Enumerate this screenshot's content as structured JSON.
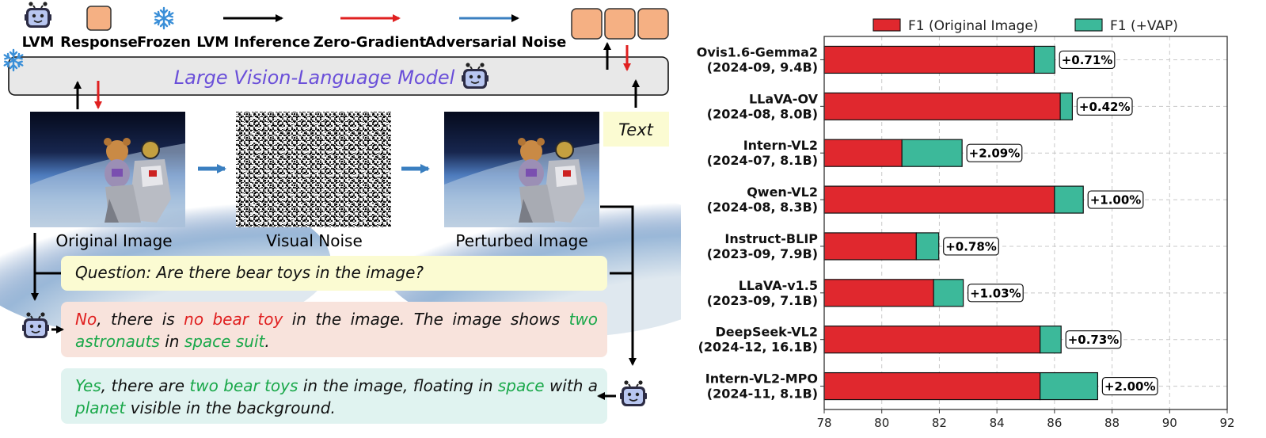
{
  "legend": {
    "lvm": "LVM",
    "response": "Response",
    "frozen": "Frozen",
    "inference": "LVM Inference",
    "zero_gradient": "Zero-Gradient",
    "adversarial": "Adversarial Noise"
  },
  "model_title": "Large Vision-Language Model",
  "captions": {
    "original": "Original Image",
    "noise": "Visual Noise",
    "perturbed": "Perturbed Image",
    "text": "Text"
  },
  "question": "Question: Are there bear toys in the image?",
  "answer_no": {
    "w1": "No",
    "w2": ", there is ",
    "w3": "no bear toy",
    "w4": " in the image. The image shows ",
    "w5": "two astronauts",
    "w6": " in ",
    "w7": "space suit",
    "w8": "."
  },
  "answer_yes": {
    "w1": "Yes",
    "w2": ", there are ",
    "w3": "two bear toys",
    "w4": " in the image, floating in ",
    "w5": "space",
    "w6": " with a ",
    "w7": "planet",
    "w8": " visible in the background."
  },
  "colors": {
    "original": "#e0282e",
    "vap": "#3cb99a",
    "question_bg": "#fbfbd2",
    "no_bg": "#f8e3dc",
    "yes_bg": "#e0f3f0",
    "response_box": "#f5b083",
    "model_bar": "#e8e8e8",
    "title_color": "#6a4fd9"
  },
  "chart_data": {
    "type": "bar",
    "orientation": "horizontal",
    "stacked": true,
    "categories": [
      [
        "Ovis1.6-Gemma2",
        "(2024-09, 9.4B)"
      ],
      [
        "LLaVA-OV",
        "(2024-08, 8.0B)"
      ],
      [
        "Intern-VL2",
        "(2024-07, 8.1B)"
      ],
      [
        "Qwen-VL2",
        "(2024-08, 8.3B)"
      ],
      [
        "Instruct-BLIP",
        "(2023-09, 7.9B)"
      ],
      [
        "LLaVA-v1.5",
        "(2023-09, 7.1B)"
      ],
      [
        "DeepSeek-VL2",
        "(2024-12, 16.1B)"
      ],
      [
        "Intern-VL2-MPO",
        "(2024-11, 8.1B)"
      ]
    ],
    "series": [
      {
        "name": "F1 (Original Image)",
        "values": [
          85.3,
          86.2,
          80.7,
          86.0,
          81.2,
          81.8,
          85.5,
          85.5
        ]
      },
      {
        "name": "F1 (+VAP)",
        "values": [
          86.01,
          86.62,
          82.79,
          87.0,
          81.98,
          82.83,
          86.23,
          87.5
        ]
      }
    ],
    "annotations": [
      "+0.71%",
      "+0.42%",
      "+2.09%",
      "+1.00%",
      "+0.78%",
      "+1.03%",
      "+0.73%",
      "+2.00%"
    ],
    "xlim": [
      78,
      92
    ],
    "xticks": [
      78,
      80,
      82,
      84,
      86,
      88,
      90,
      92
    ],
    "grid": true,
    "legend_position": "top"
  }
}
